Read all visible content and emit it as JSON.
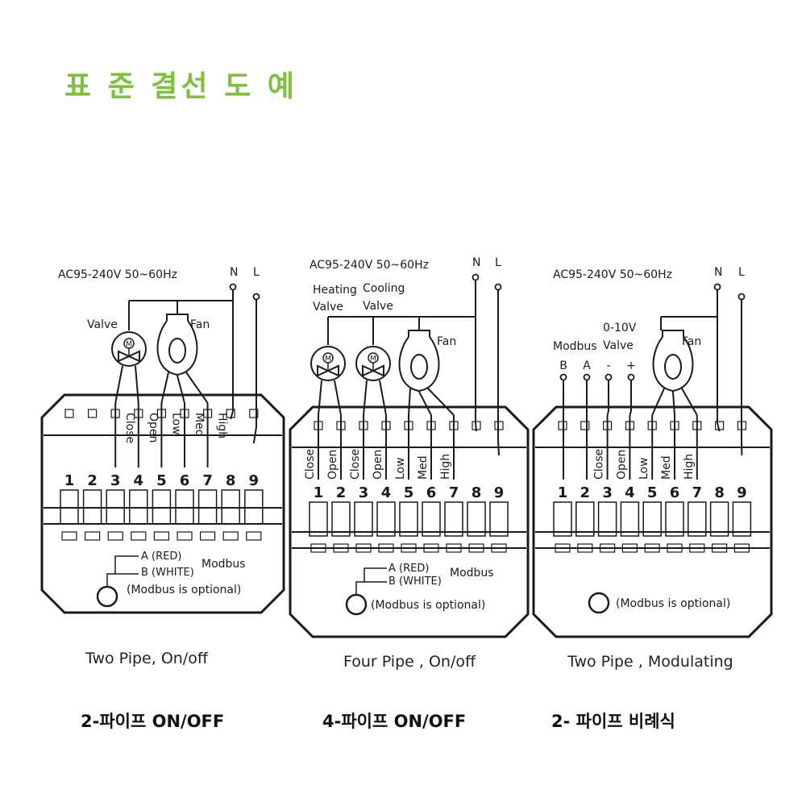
{
  "title": "표 준 결선 도 예",
  "colors": {
    "title": "#7cc23b",
    "ink": "#1a1a1a"
  },
  "diagrams": [
    {
      "power_label": "AC95-240V  50~60Hz",
      "n_label": "N",
      "l_label": "L",
      "valve_label": "Valve",
      "fan_label": "Fan",
      "motor_symbol": "M",
      "terminal_labels": [
        "Close",
        "Open",
        "Low",
        "Med",
        "High"
      ],
      "terminal_numbers": [
        "1",
        "2",
        "3",
        "4",
        "5",
        "6",
        "7",
        "8",
        "9"
      ],
      "modbus_a": "A (RED)",
      "modbus_b": "B (WHITE)",
      "modbus_label": "Modbus",
      "modbus_optional": "(Modbus is optional)",
      "caption": "Two Pipe, On/off",
      "korean_caption": "2-파이프 ON/OFF"
    },
    {
      "power_label": "AC95-240V  50~60Hz",
      "n_label": "N",
      "l_label": "L",
      "heating_valve_line1": "Heating",
      "heating_valve_line2": "Valve",
      "cooling_valve_line1": "Cooling",
      "cooling_valve_line2": "Valve",
      "fan_label": "Fan",
      "motor_symbol": "M",
      "terminal_labels": [
        "Close",
        "Open",
        "Close",
        "Open",
        "Low",
        "Med",
        "High"
      ],
      "terminal_numbers": [
        "1",
        "2",
        "3",
        "4",
        "5",
        "6",
        "7",
        "8",
        "9"
      ],
      "modbus_a": "A (RED)",
      "modbus_b": "B (WHITE)",
      "modbus_label": "Modbus",
      "modbus_optional": "(Modbus is optional)",
      "caption": "Four Pipe , On/off",
      "korean_caption": "4-파이프  ON/OFF"
    },
    {
      "power_label": "AC95-240V  50~60Hz",
      "n_label": "N",
      "l_label": "L",
      "modbus_top": "Modbus",
      "valve_top_line1": "0-10V",
      "valve_top_line2": "Valve",
      "fan_label": "Fan",
      "pin_labels": [
        "B",
        "A",
        "-",
        "+"
      ],
      "terminal_labels": [
        "Close",
        "Open",
        "Low",
        "Med",
        "High"
      ],
      "terminal_numbers": [
        "1",
        "2",
        "3",
        "4",
        "5",
        "6",
        "7",
        "8",
        "9"
      ],
      "modbus_optional": "(Modbus is optional)",
      "caption": "Two Pipe , Modulating",
      "korean_caption": "2- 파이프    비례식"
    }
  ]
}
